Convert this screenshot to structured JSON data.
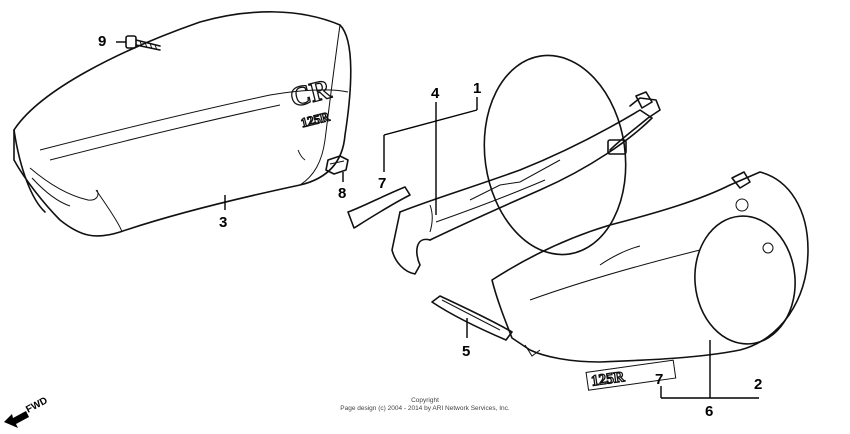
{
  "callouts": {
    "c9": "9",
    "c3": "3",
    "c8": "8",
    "c7a": "7",
    "c4": "4",
    "c1": "1",
    "c5": "5",
    "c7b": "7",
    "c6": "6",
    "c2": "2"
  },
  "seat_logo": {
    "cr": "CR",
    "model": "125R"
  },
  "side_cover_decal": "125R",
  "fwd_label": "FWD",
  "copyright": {
    "line1": "Copyright",
    "line2": "Page design (c) 2004 - 2014 by ARI Network Services, Inc."
  },
  "colors": {
    "ink": "#111111",
    "background": "#ffffff"
  }
}
